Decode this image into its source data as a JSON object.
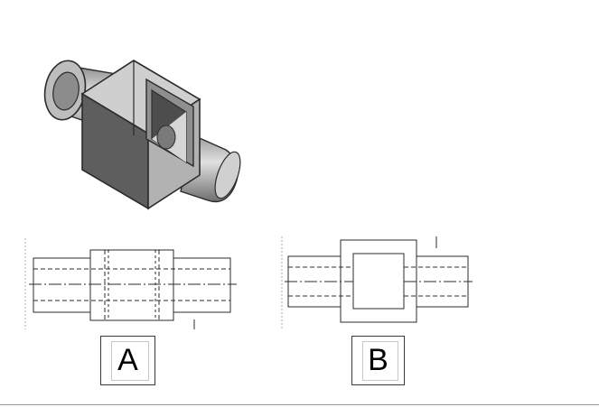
{
  "options": [
    {
      "id": "A",
      "label": "A"
    },
    {
      "id": "B",
      "label": "B"
    }
  ],
  "colors": {
    "line": "#2b2b2b",
    "hidden_line": "#3a3a3a",
    "shade_light": "#c9c9c9",
    "shade_mid": "#a9a9a9",
    "shade_dark": "#5a5a5a"
  }
}
